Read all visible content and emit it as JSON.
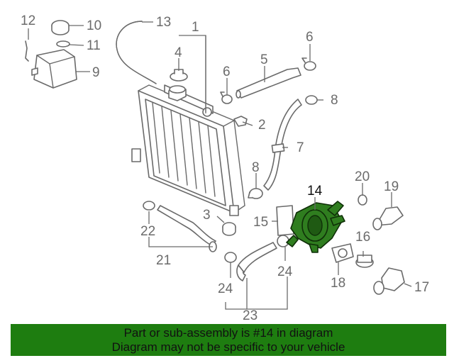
{
  "highlight_part": "14",
  "highlight_color": "#2f7d1f",
  "banner_color": "#1e7d10",
  "labels": {
    "p1": "1",
    "p2": "2",
    "p3": "3",
    "p4": "4",
    "p5": "5",
    "p6a": "6",
    "p6b": "6",
    "p7": "7",
    "p8a": "8",
    "p8b": "8",
    "p9": "9",
    "p10": "10",
    "p11": "11",
    "p12": "12",
    "p13": "13",
    "p14": "14",
    "p15": "15",
    "p16": "16",
    "p17": "17",
    "p18": "18",
    "p19": "19",
    "p20": "20",
    "p21": "21",
    "p22": "22",
    "p23": "23",
    "p24a": "24",
    "p24b": "24"
  },
  "banner": {
    "line1": "Part or sub-assembly is #14 in diagram",
    "line2": "Diagram may not be specific to your vehicle"
  }
}
